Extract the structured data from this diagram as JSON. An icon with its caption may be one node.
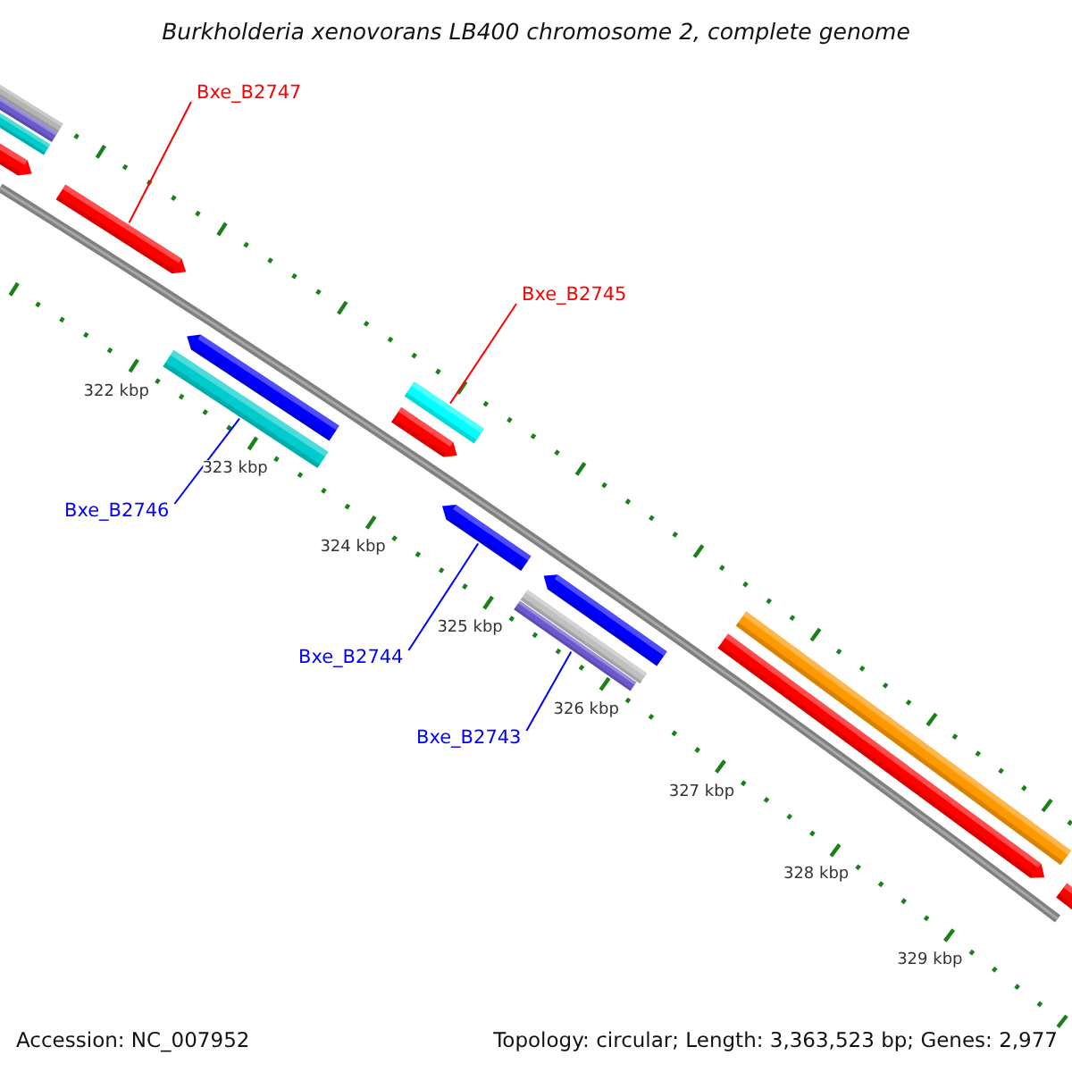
{
  "diagram": {
    "title": "Burkholderia xenovorans LB400 chromosome 2, complete genome",
    "nodes": [
      {
        "text": [
          "Bxe_B2747"
        ]
      },
      {
        "text": [
          "Bxe_B2745"
        ]
      },
      {
        "text": [
          "Bxe_B2746"
        ]
      },
      {
        "text": [
          "Bxe_B2744"
        ]
      },
      {
        "text": [
          "Bxe_B2743"
        ]
      },
      {
        "text": [],
        "shape": "bar"
      },
      {
        "text": [],
        "shape": "bar"
      },
      {
        "text": [],
        "shape": "bar"
      },
      {
        "text": [],
        "shape": "bar"
      },
      {
        "text": [],
        "shape": "bar"
      },
      {
        "text": [],
        "shape": "bar"
      },
      {
        "text": [],
        "shape": "bar"
      },
      {
        "text": [],
        "shape": "bar"
      },
      {
        "text": [],
        "shape": "bar"
      },
      {
        "text": [],
        "shape": "bar"
      },
      {
        "text": [],
        "shape": "bar"
      },
      {
        "text": [],
        "shape": "bar"
      },
      {
        "text": [],
        "shape": "bar"
      },
      {
        "text": [],
        "shape": "bar"
      },
      {
        "text": [],
        "shape": "bar"
      },
      {
        "text": [],
        "shape": "bar"
      }
    ],
    "edges": [
      {
        "from": 0,
        "to": 9,
        "arrow": "none",
        "color": "#ff0000"
      },
      {
        "from": 1,
        "to": 13,
        "arrow": "none",
        "color": "#ff0000"
      },
      {
        "from": 2,
        "to": 10,
        "arrow": "none"
      },
      {
        "from": 3,
        "to": 14,
        "arrow": "none"
      },
      {
        "from": 4,
        "to": 16,
        "arrow": "none"
      }
    ],
    "labels": [
      "322 kbp",
      "323 kbp",
      "324 kbp",
      "325 kbp",
      "326 kbp",
      "327 kbp",
      "328 kbp",
      "329 kbp",
      "Accession: NC_007952",
      "Topology: circular; Length: 3,363,523 bp; Genes: 2,977"
    ]
  }
}
